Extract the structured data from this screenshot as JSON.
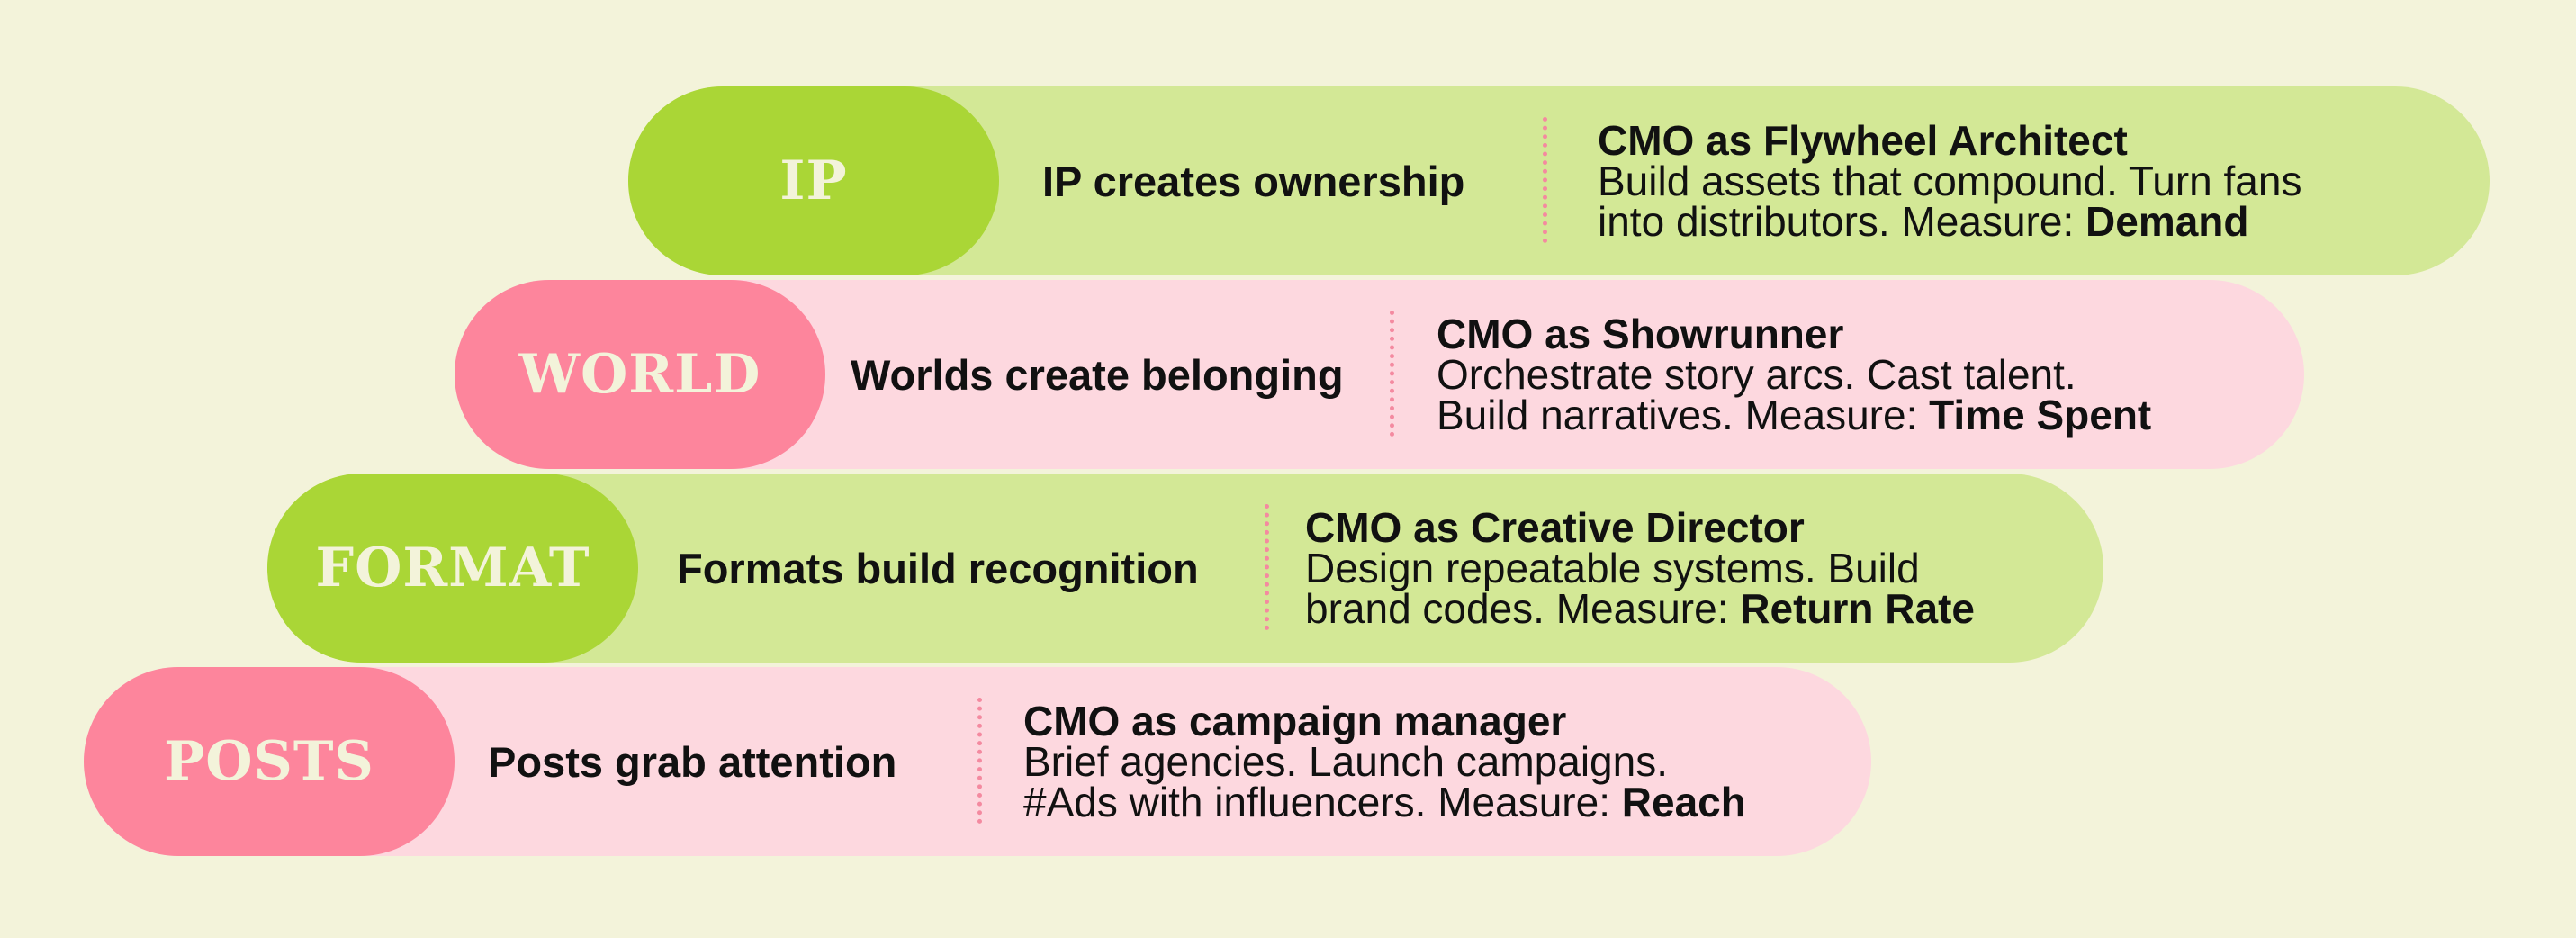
{
  "layers": {
    "ip": {
      "label": "IP",
      "tagline": "IP creates ownership",
      "role": "CMO as Flywheel Architect",
      "line1": "Build assets that compound. Turn fans",
      "line2_prefix": "into distributors. Measure: ",
      "measure": "Demand"
    },
    "world": {
      "label": "WORLD",
      "tagline": "Worlds create belonging",
      "role": "CMO as Showrunner",
      "line1": "Orchestrate story arcs. Cast talent.",
      "line2_prefix": "Build narratives. Measure: ",
      "measure": "Time Spent"
    },
    "format": {
      "label": "FORMAT",
      "tagline": "Formats build recognition",
      "role": "CMO as Creative Director",
      "line1": "Design repeatable systems. Build",
      "line2_prefix": "brand codes. Measure: ",
      "measure": "Return Rate"
    },
    "posts": {
      "label": "POSTS",
      "tagline": "Posts grab attention",
      "role": "CMO as campaign manager",
      "line1": "Brief agencies. Launch campaigns.",
      "line2_prefix": "#Ads with influencers. Measure: ",
      "measure": "Reach"
    }
  },
  "colors": {
    "background": "#f3f3da",
    "green_band": "#d3e896",
    "green_pill": "#aad636",
    "pink_band": "#fdd8df",
    "pink_pill": "#fd859c",
    "divider": "#f48aa0"
  }
}
